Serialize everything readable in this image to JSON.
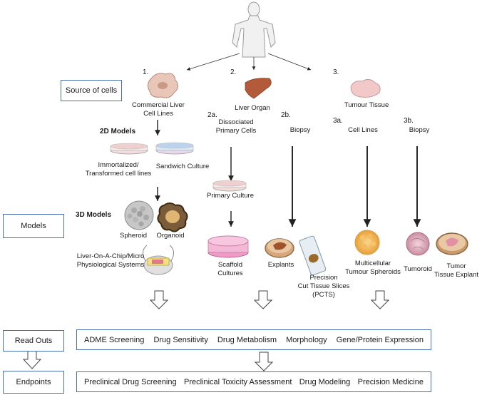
{
  "source": {
    "label": "Source of cells",
    "n1": "1.",
    "n2": "2.",
    "n3": "3.",
    "commercial": [
      "Commercial Liver",
      "Cell Lines"
    ],
    "liver_organ": "Liver Organ",
    "tumour_tissue": "Tumour Tissue"
  },
  "sub": {
    "n2a": "2a.",
    "dissociated": [
      "Dissociated",
      "Primary Cells"
    ],
    "n2b": "2b.",
    "biopsy_2b": "Biopsy",
    "n3a": "3a.",
    "cell_lines": "Cell Lines",
    "n3b": "3b.",
    "biopsy_3b": "Biopsy"
  },
  "models2d": {
    "title": "2D Models",
    "immortalized": [
      "Immortalized/",
      "Transformed cell lines"
    ],
    "sandwich": "Sandwich Culture"
  },
  "models3d": {
    "title": "3D Models",
    "spheroid": "Spheroid",
    "organoid": "Organoid",
    "chip": [
      "Liver-On-A-Chip/Micro",
      "Physiological Systems"
    ]
  },
  "primary": {
    "primary_culture": "Primary Culture",
    "scaffold": [
      "Scaffold",
      "Cultures"
    ],
    "explants": "Explants",
    "pcts": [
      "Precision",
      "Cut Tissue Slices",
      "(PCTS)"
    ]
  },
  "tumour": {
    "multicellular": [
      "Multicellular",
      "Tumour Spheroids"
    ],
    "tumoroid": "Tumoroid",
    "explant": [
      "Tumor",
      "Tissue Explant"
    ]
  },
  "models_label": "Models",
  "readouts": {
    "label": "Read Outs",
    "items": [
      "ADME Screening",
      "Drug Sensitivity",
      "Drug Metabolism",
      "Morphology",
      "Gene/Protein Expression"
    ]
  },
  "endpoints": {
    "label": "Endpoints",
    "items": [
      "Preclinical Drug Screening",
      "Preclinical Toxicity Assessment",
      "Drug Modeling",
      "Precision Medicine"
    ]
  }
}
